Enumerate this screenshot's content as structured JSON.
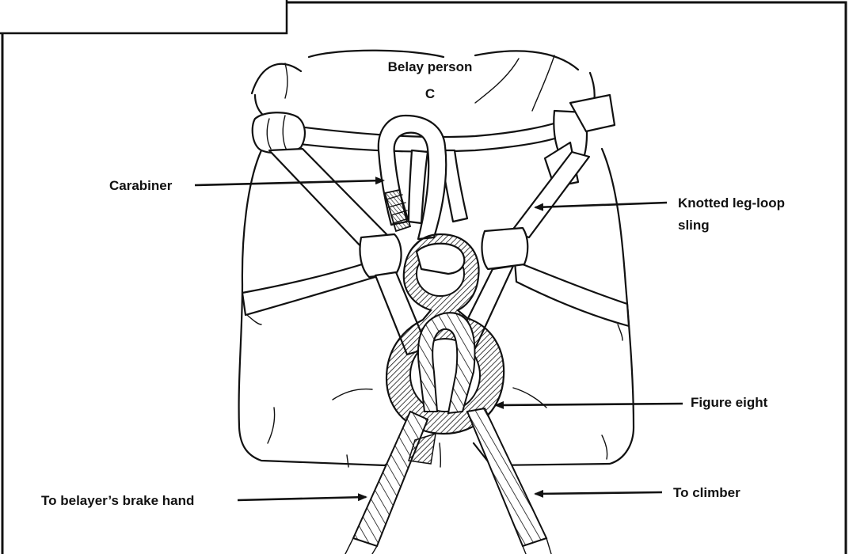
{
  "diagram": {
    "title": "Belay person",
    "letter": "C",
    "labels": {
      "carabiner": "Carabiner",
      "sling_line1": "Knotted leg-loop",
      "sling_line2": "sling",
      "figure_eight": "Figure eight",
      "brake_hand": "To belayer’s brake hand",
      "climber": "To climber"
    }
  }
}
